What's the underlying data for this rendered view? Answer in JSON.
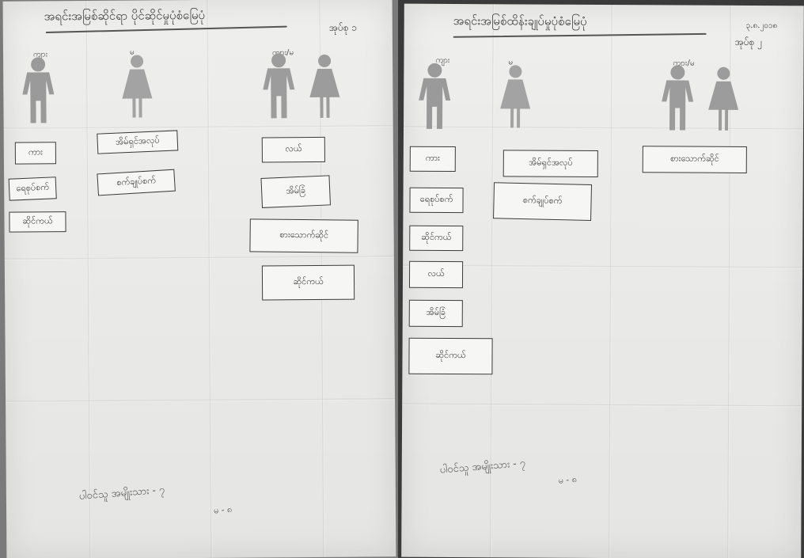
{
  "left": {
    "title": "အရင်းအမြစ်ဆိုင်ရာ ပိုင်ဆိုင်မှုပုံစံမြေပုံ",
    "group_tag": "အုပ်စု ၁",
    "labels": {
      "man": "ကျား",
      "woman": "မ",
      "couple": "ကျား/မ"
    },
    "men_cards": [
      "ကား",
      "ရေစုပ်စက်",
      "ဆိုင်ကယ်"
    ],
    "women_cards": [
      "အိမ်ရှင်အလုပ်",
      "စက်ချုပ်စက်"
    ],
    "shared_cards": [
      "လယ်",
      "အိမ်ခြံ",
      "စားသောက်ဆိုင်",
      "ဆိုင်ကယ်"
    ],
    "note_line1": "ပါဝင်သူ အမျိုးသား - ၇",
    "note_line2": "မ - ၈"
  },
  "right": {
    "title": "အရင်းအမြစ်ထိန်းချုပ်မှုပုံစံမြေပုံ",
    "date": "၃.၈.၂၀၁၈",
    "group_tag": "အုပ်စု ၂",
    "labels": {
      "man": "ကျား",
      "woman": "မ",
      "couple": "ကျား/မ"
    },
    "men_cards": [
      "ကား",
      "ရေစုပ်စက်",
      "ဆိုင်ကယ်",
      "လယ်",
      "အိမ်ခြံ",
      "ဆိုင်ကယ်"
    ],
    "women_cards": [
      "အိမ်ရှင်အလုပ်",
      "စက်ချုပ်စက်"
    ],
    "shared_cards": [
      "စားသောက်ဆိုင်"
    ],
    "note_line1": "ပါဝင်သူ အမျိုးသား - ၇",
    "note_line2": "မ - ၈"
  }
}
